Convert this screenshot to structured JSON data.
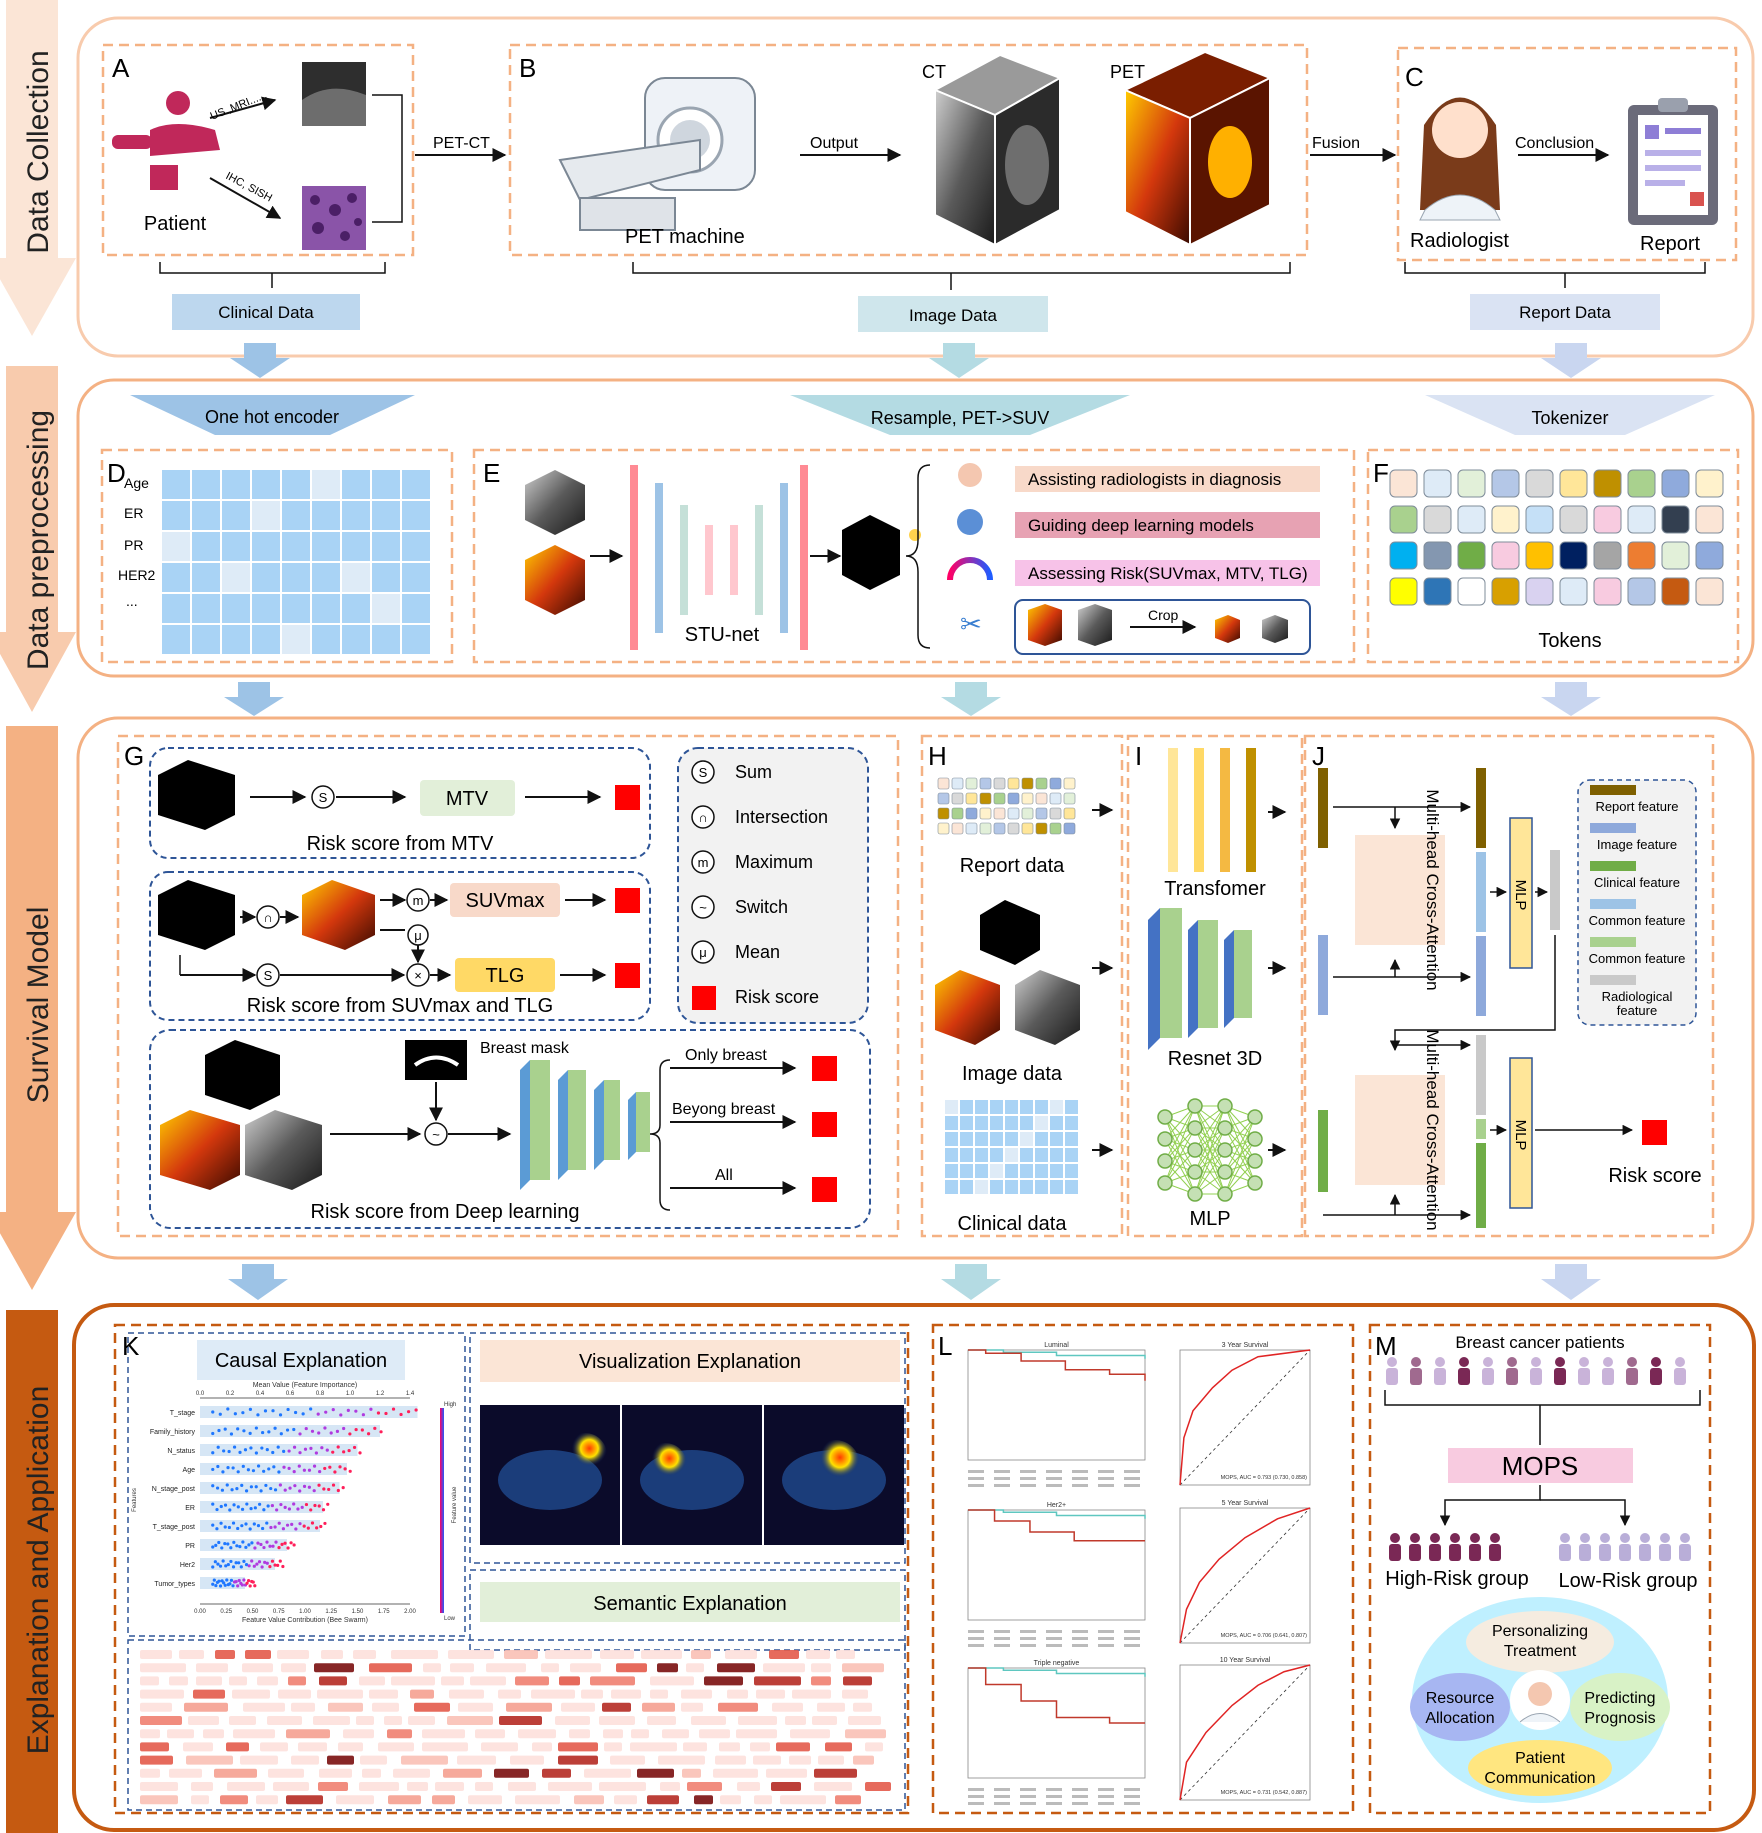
{
  "stages": {
    "collection": "Data Collection",
    "preprocessing": "Data preprocessing",
    "survival": "Survival Model",
    "explanation": "Explanation and Application"
  },
  "panel_a": {
    "letter": "A",
    "patient": "Patient",
    "us_label": "US ,MRI......",
    "ihc_label": "IHC, SISH",
    "arrow_label": "PET-CT",
    "source": "Clinical Data"
  },
  "panel_b": {
    "letter": "B",
    "machine": "PET machine",
    "output": "Output",
    "ct": "CT",
    "pet": "PET",
    "fusion": "Fusion",
    "source": "Image Data"
  },
  "panel_c": {
    "letter": "C",
    "radiologist": "Radiologist",
    "conclusion": "Conclusion",
    "report": "Report",
    "source": "Report Data"
  },
  "preprocessing": {
    "one_hot": "One hot encoder",
    "resample": "Resample, PET->SUV",
    "tokenizer": "Tokenizer",
    "d_letter": "D",
    "d_rows": [
      "Age",
      "ER",
      "PR",
      "HER2",
      "..."
    ],
    "e_letter": "E",
    "stunet": "STU-net",
    "uses": [
      "Assisting radiologists in diagnosis",
      "Guiding deep learning models",
      "Assessing Risk(SUVmax,  MTV, TLG)"
    ],
    "crop": "Crop",
    "f_letter": "F",
    "tokens": "Tokens"
  },
  "panel_g": {
    "letter": "G",
    "mtv": "MTV",
    "risk_mtv": "Risk score from MTV",
    "suvmax": "SUVmax",
    "tlg": "TLG",
    "risk_suv_tlg": "Risk score from SUVmax and TLG",
    "breast_mask": "Breast mask",
    "only_breast": "Only breast",
    "beyond_breast": "Beyong breast",
    "all": "All",
    "risk_dl": "Risk score from Deep learning",
    "legend": [
      {
        "sym": "S",
        "label": "Sum"
      },
      {
        "sym": "∩",
        "label": "Intersection"
      },
      {
        "sym": "m",
        "label": "Maximum"
      },
      {
        "sym": "~",
        "label": "Switch"
      },
      {
        "sym": "μ",
        "label": "Mean"
      },
      {
        "sym": "",
        "label": "Risk score"
      }
    ]
  },
  "panel_h": {
    "letter": "H",
    "report": "Report data",
    "image": "Image data",
    "clinical": "Clinical data"
  },
  "panel_i": {
    "letter": "I",
    "transformer": "Transfomer",
    "resnet": "Resnet 3D",
    "mlp": "MLP"
  },
  "panel_j": {
    "letter": "J",
    "attention": "Multi-head Cross-Attention",
    "mlp": "MLP",
    "risk": "Risk score",
    "legend": [
      {
        "label": "Report feature",
        "color": "#7f6000"
      },
      {
        "label": "Image feature",
        "color": "#8ea9db"
      },
      {
        "label": "Clinical feature",
        "color": "#70ad47"
      },
      {
        "label": "Common feature",
        "color": "#9dc3e6"
      },
      {
        "label": "Common feature",
        "color": "#a9d18e"
      },
      {
        "label": "Radiological feature",
        "color": "#c9c9c9"
      }
    ]
  },
  "panel_k": {
    "letter": "K",
    "causal": "Causal Explanation",
    "axis_top": "Mean Value (Feature Importance)",
    "axis_bottom": "Feature Value Contribution (Bee Swarm)",
    "ylabel": "Features",
    "colorbar_label": "Feature value",
    "high": "High",
    "low": "Low",
    "features": [
      "T_stage",
      "Family_history",
      "N_status",
      "Age",
      "N_stage_post",
      "ER",
      "T_stage_post",
      "PR",
      "Her2",
      "Tumor_types"
    ],
    "importance": [
      1.45,
      1.2,
      1.05,
      0.98,
      0.93,
      0.82,
      0.8,
      0.58,
      0.5,
      0.3
    ],
    "top_ticks": [
      "0.0",
      "0.2",
      "0.4",
      "0.6",
      "0.8",
      "1.0",
      "1.2",
      "1.4"
    ],
    "bottom_ticks": [
      "0.00",
      "0.25",
      "0.50",
      "0.75",
      "1.00",
      "1.25",
      "1.50",
      "1.75",
      "2.00"
    ],
    "visual": "Visualization Explanation",
    "semantic": "Semantic Explanation"
  },
  "panel_l": {
    "letter": "L",
    "km_titles": [
      "Luminal",
      "Her2+",
      "Triple negative"
    ],
    "roc_titles": [
      "3 Year Survival",
      "5 Year Survival",
      "10 Year Survival"
    ],
    "roc_auc": [
      "MOPS, AUC = 0.793 (0.730, 0.858)",
      "MOPS, AUC = 0.706 (0.641, 0.807)",
      "MOPS, AUC = 0.731 (0.542, 0.887)"
    ]
  },
  "panel_m": {
    "letter": "M",
    "patients": "Breast cancer patients",
    "mops": "MOPS",
    "high_risk": "High-Risk group",
    "low_risk": "Low-Risk group",
    "personalizing": "Personalizing Treatment",
    "resource": "Resource Allocation",
    "predicting": "Predicting Prognosis",
    "communication": "Patient Communication"
  }
}
